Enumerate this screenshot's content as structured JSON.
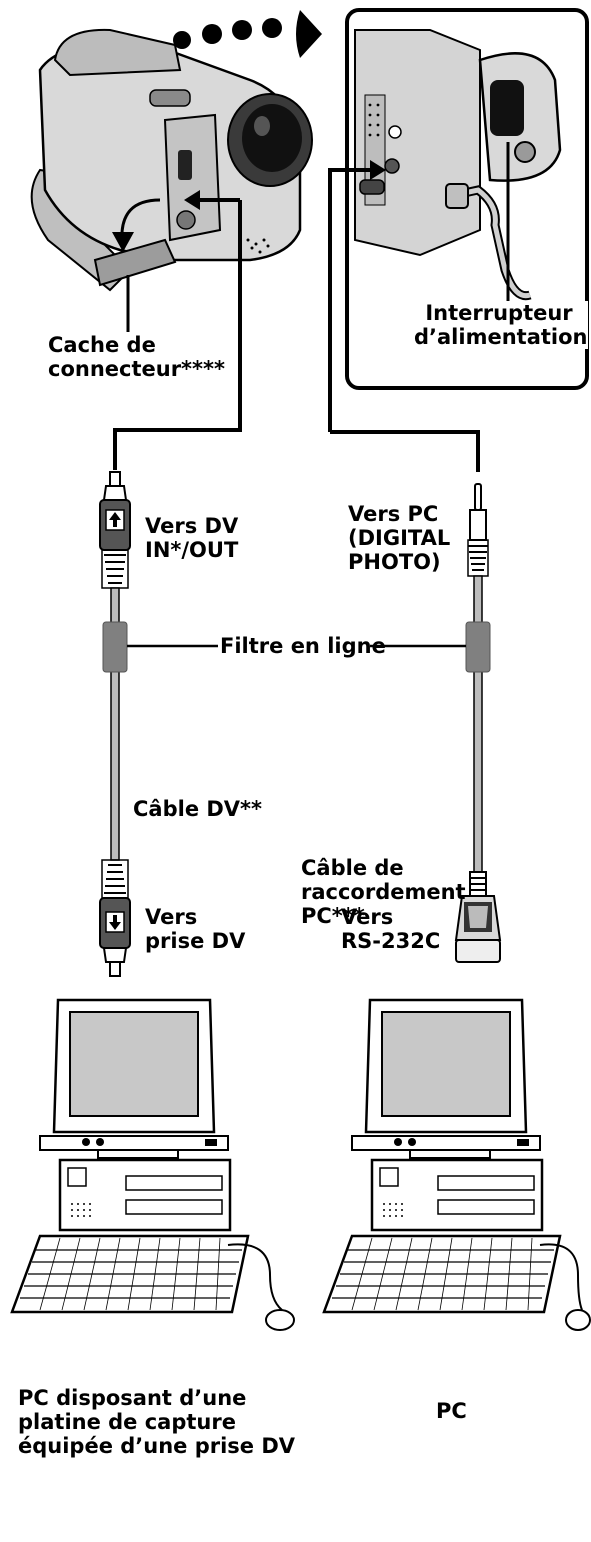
{
  "labels": {
    "connector_cover": [
      "Cache de",
      "connecteur****"
    ],
    "power_switch": [
      "Interrupteur",
      "d’alimentation"
    ],
    "to_dv_inout": [
      "Vers DV",
      "IN*/OUT"
    ],
    "to_pc_digital_photo": [
      "Vers PC",
      "(DIGITAL",
      "PHOTO)"
    ],
    "inline_filter": "Filtre en ligne",
    "dv_cable": "Câble DV**",
    "pc_cable": [
      "Câble de",
      "raccordement",
      "PC***"
    ],
    "to_dv_jack": [
      "Vers",
      "prise DV"
    ],
    "to_rs232c": [
      "Vers",
      "RS-232C"
    ],
    "pc_left_caption": [
      "PC disposant d’une",
      "platine de capture",
      "équipée d’une prise DV"
    ],
    "pc_right_caption": "PC"
  },
  "colors": {
    "line": "#000000",
    "filter": "#808080",
    "screen": "#c8c8c8",
    "camera_body": "#d9d9d9",
    "camera_dark": "#1a1a1a"
  },
  "icons": [
    "camcorder",
    "eyepiece-closeup",
    "dv-plug",
    "minijack-plug",
    "rs232c-connector",
    "pc-monitor",
    "pc-keyboard",
    "mouse"
  ]
}
